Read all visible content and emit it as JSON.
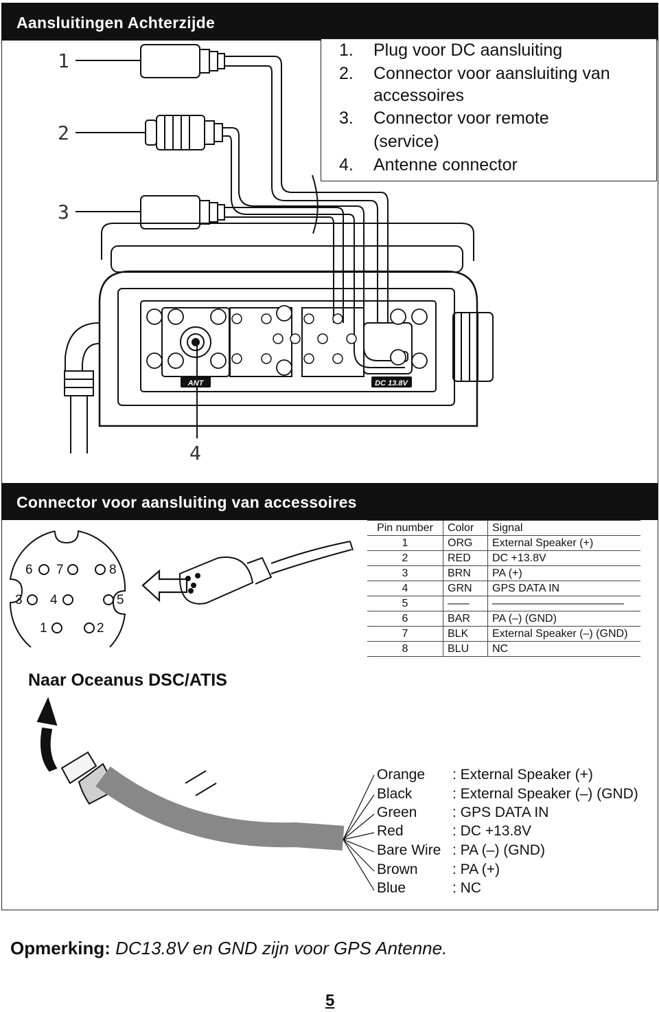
{
  "section1": {
    "title": "Aansluitingen Achterzijde",
    "legend": [
      {
        "num": "1.",
        "text": "Plug voor DC aansluiting"
      },
      {
        "num": "2.",
        "text": "Connector voor aansluiting van"
      },
      {
        "num": "",
        "text": "accessoires"
      },
      {
        "num": "3.",
        "text": "Connector voor remote"
      },
      {
        "num": "",
        "text": "(service)"
      },
      {
        "num": "4.",
        "text": "Antenne connector"
      }
    ],
    "callouts": [
      "1",
      "2",
      "3",
      "4"
    ],
    "panel_labels": {
      "ant": "ANT",
      "dc": "DC 13.8V"
    }
  },
  "section2": {
    "title": "Connector voor aansluiting van accessoires",
    "pin_labels": [
      "6",
      "7",
      "8",
      "3",
      "4",
      "5",
      "1",
      "2"
    ],
    "table": {
      "headers": [
        "Pin number",
        "Color",
        "Signal"
      ],
      "rows": [
        [
          "1",
          "ORG",
          "External Speaker (+)"
        ],
        [
          "2",
          "RED",
          "DC +13.8V"
        ],
        [
          "3",
          "BRN",
          "PA (+)"
        ],
        [
          "4",
          "GRN",
          "GPS DATA IN"
        ],
        [
          "5",
          "——",
          "————————————"
        ],
        [
          "6",
          "BAR",
          "PA (–) (GND)"
        ],
        [
          "7",
          "BLK",
          "External Speaker (–) (GND)"
        ],
        [
          "8",
          "BLU",
          "NC"
        ]
      ]
    },
    "subtitle": "Naar Oceanus DSC/ATIS",
    "wires": [
      [
        "Orange",
        ": External Speaker (+)"
      ],
      [
        "Black",
        ": External Speaker (–) (GND)"
      ],
      [
        "Green",
        ": GPS DATA IN"
      ],
      [
        "Red",
        ": DC +13.8V"
      ],
      [
        "Bare Wire",
        ": PA (–) (GND)"
      ],
      [
        "Brown",
        ": PA (+)"
      ],
      [
        "Blue",
        ": NC"
      ]
    ]
  },
  "note": {
    "label": "Opmerking:",
    "text": "DC13.8V en GND zijn voor GPS Antenne."
  },
  "page_number": "5"
}
